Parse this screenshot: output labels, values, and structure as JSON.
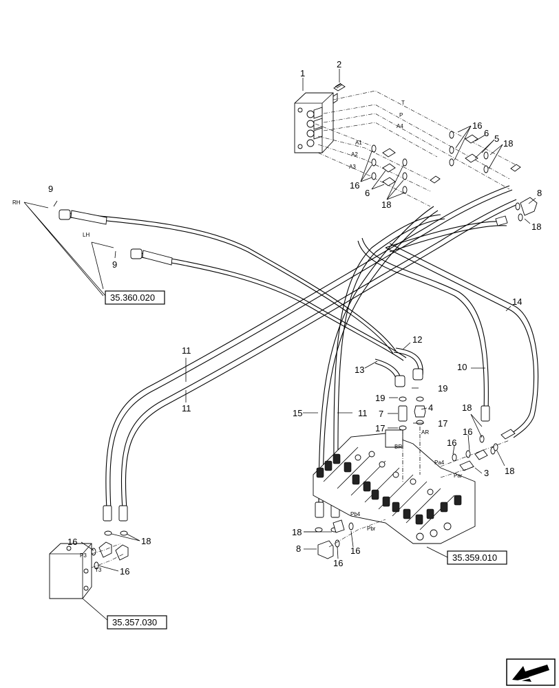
{
  "callouts": {
    "c1": "1",
    "c2": "2",
    "c3": "3",
    "c4": "4",
    "c5": "5",
    "c6a": "6",
    "c6b": "6",
    "c7": "7",
    "c8a": "8",
    "c8b": "8",
    "c9a": "9",
    "c9b": "9",
    "c10": "10",
    "c11a": "11",
    "c11b": "11",
    "c11c": "11",
    "c12": "12",
    "c13": "13",
    "c14": "14",
    "c15": "15",
    "c16a": "16",
    "c16b": "16",
    "c16c": "16",
    "c16d": "16",
    "c16e": "16",
    "c16f": "16",
    "c16g": "16",
    "c16h": "16",
    "c17a": "17",
    "c17b": "17",
    "c18a": "18",
    "c18b": "18",
    "c18c": "18",
    "c18d": "18",
    "c18e": "18",
    "c18f": "18",
    "c18g": "18",
    "c19a": "19",
    "c19b": "19"
  },
  "ports": {
    "t": "T",
    "p": "P",
    "a4": "A4",
    "a1": "A1",
    "a2": "A2",
    "a3": "A3",
    "rh": "RH",
    "lh": "LH",
    "br": "BR",
    "ar": "AR",
    "pa4": "Pa4",
    "par": "Par",
    "pb4": "Pb4",
    "pbr": "Pbr",
    "p3": "P3",
    "t3": "T3"
  },
  "references": {
    "ref_35360020": "35.360.020",
    "ref_35359010": "35.359.010",
    "ref_35357030": "35.357.030"
  },
  "icons": {
    "nav": "back-arrow-icon"
  }
}
